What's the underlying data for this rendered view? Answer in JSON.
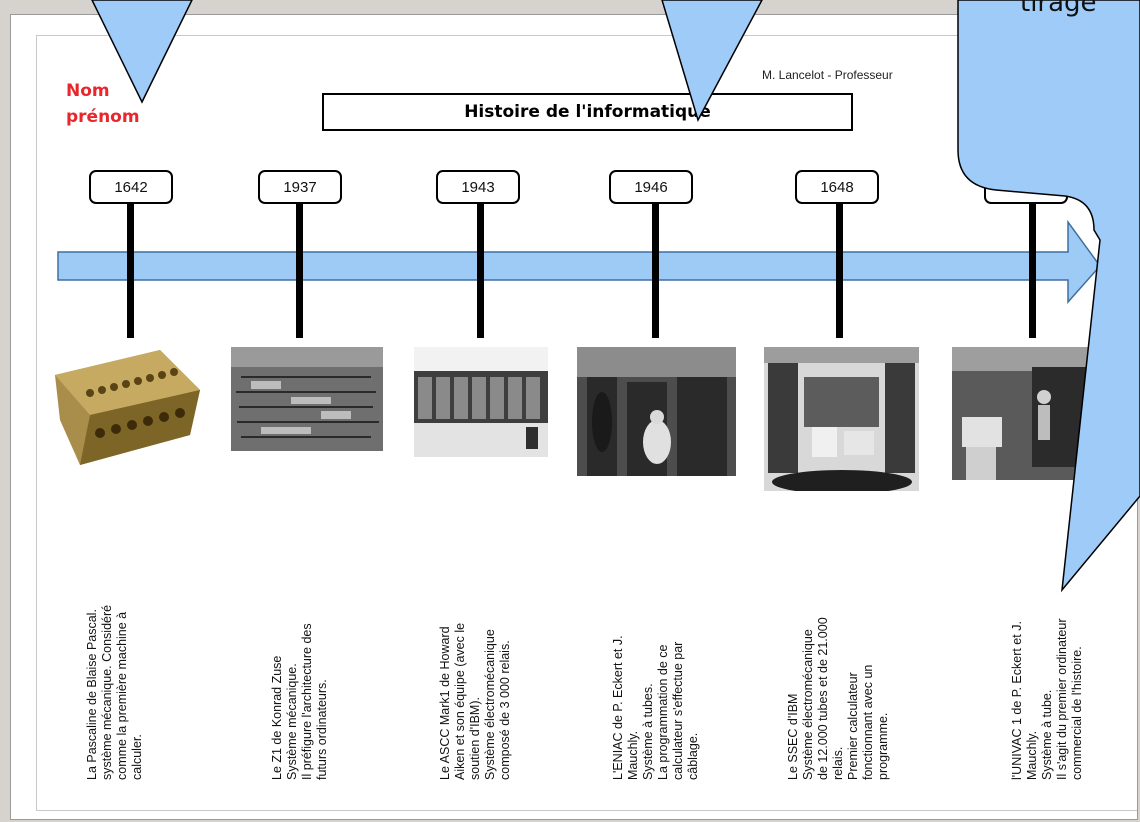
{
  "header": {
    "student_label": "Nom\nprénom",
    "author": "M. Lancelot - Professeur",
    "title": "Histoire de l'informatique"
  },
  "timeline": {
    "years": [
      "1642",
      "1937",
      "1943",
      "1946",
      "1648",
      ""
    ],
    "descriptions": [
      "La Pascaline de Blaise Pascal.\nsystème mécanique. Considéré\ncomme la première machine à\ncalculer.",
      "Le Z1 de Konrad Zuse\nSystème mécanique.\nIl préfigure l'architecture des\nfuturs ordinateurs.",
      "Le ASCC Mark1 de Howard\nAiken et son équipe (avec le\nsoutien d'IBM).\nSystème électromécanique\ncomposé de 3 000 relais.",
      "L'ENIAC de P. Eckert et J.\nMauchly.\nSystème à tubes.\nLa programmation de ce\ncalculateur s'effectue par\ncâblage.",
      "Le SSEC d'IBM\nSystème électromécanique\nde 12.000 tubes et de 21.000\nrelais.\nPremier calculateur\nfonctionnant avec un\nprogramme.",
      "l'UNIVAC 1 de P. Eckert et J.\nMauchly.\nSystème à tube.\nIl s'agit du premier ordinateur\ncommercial de l'histoire."
    ]
  },
  "callout": {
    "text": "tiragé"
  },
  "colors": {
    "arrow_fill": "#9ecbf5",
    "bubble_fill": "#9ecbf8",
    "student_label": "#e8262c"
  }
}
